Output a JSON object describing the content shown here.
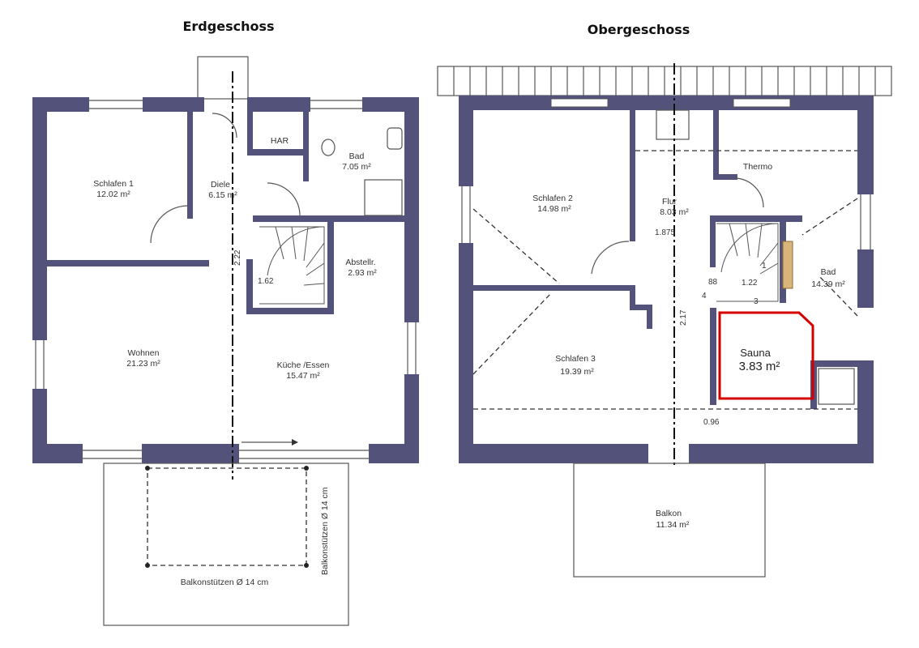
{
  "floors": {
    "ground": {
      "title": "Erdgeschoss",
      "rooms": [
        {
          "name": "Schlafen 1",
          "area": "12.02 m²"
        },
        {
          "name": "Diele",
          "area": "6.15 m²"
        },
        {
          "name": "HAR",
          "area": ""
        },
        {
          "name": "Bad",
          "area": "7.05 m²"
        },
        {
          "name": "Abstellr.",
          "area": "2.93 m²"
        },
        {
          "name": "Wohnen",
          "area": "21.23 m²"
        },
        {
          "name": "Küche /Essen",
          "area": "15.47 m²"
        }
      ],
      "dims": {
        "d1": "2.22",
        "d2": "1.62"
      },
      "balcony_post_labels": [
        "Balkonstützen Ø 14 cm",
        "Balkonstützen Ø 14 cm"
      ]
    },
    "upper": {
      "title": "Obergeschoss",
      "rooms": [
        {
          "name": "Schlafen 2",
          "area": "14.98 m²"
        },
        {
          "name": "Flur",
          "area": "8.03 m²"
        },
        {
          "name": "Thermo",
          "area": ""
        },
        {
          "name": "Bad",
          "area": "14.39 m²"
        },
        {
          "name": "Schlafen 3",
          "area": "19.39 m²"
        },
        {
          "name": "Sauna",
          "area": "3.83 m²"
        },
        {
          "name": "Balkon",
          "area": "11.34 m²"
        }
      ],
      "dims": {
        "d1": "1.875",
        "d2": "2.17",
        "d3": "1.22",
        "d4": "0.96",
        "d5": "88",
        "d6": "1",
        "d7": "3",
        "d8": "4"
      }
    }
  },
  "colors": {
    "wall": "#53527a",
    "sauna_outline": "#d40000"
  }
}
